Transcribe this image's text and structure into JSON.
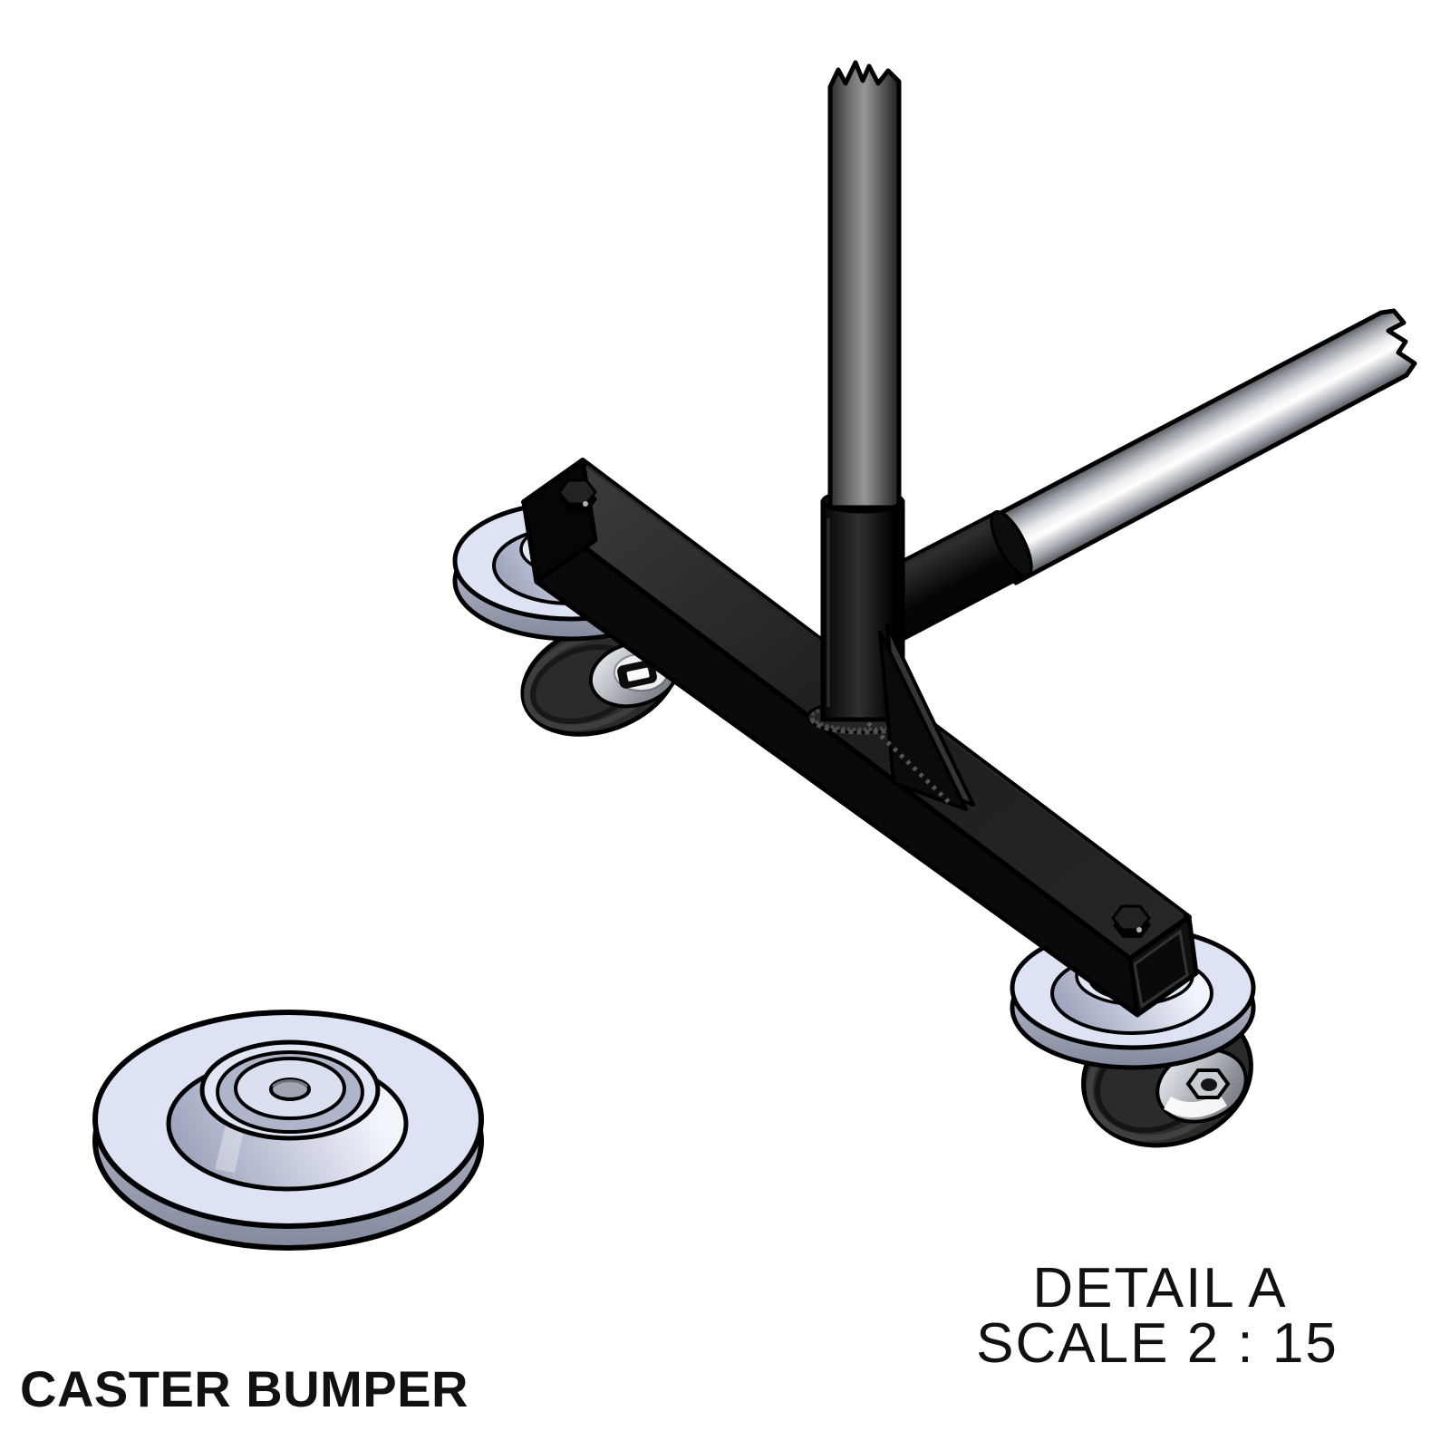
{
  "document": {
    "type": "engineering-detail-view",
    "background": "#ffffff",
    "labels": {
      "part_callout": "CASTER BUMPER",
      "detail_title": "DETAIL A",
      "detail_scale": "SCALE 2 : 15"
    }
  },
  "colors": {
    "edge": "#000000",
    "text": "#111111",
    "bumper_face": "#dde2f4",
    "bumper_side": "#9298ab",
    "bumper_plateau": "#e1e6f5",
    "bumper_recess": "#aeb5cb",
    "bumper_hole": "#a1a6b2",
    "frame_black": "#0a0a0a",
    "frame_top": "#2e2e2e",
    "post_gray": "#8b8b8b",
    "steel_highlight": "#ffffff",
    "steel_shadow": "#5f636a",
    "tire": "#2b2b2b",
    "hub_metal": "#c9cdd4"
  }
}
